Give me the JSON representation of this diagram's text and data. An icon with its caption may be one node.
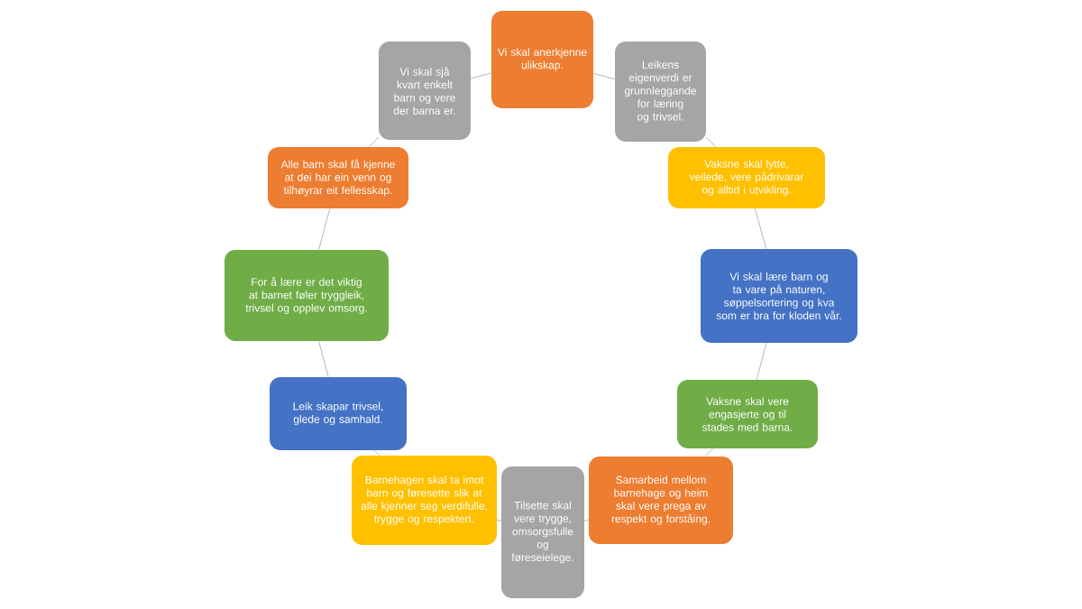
{
  "diagram": {
    "nodes": [
      {
        "text": [
          "Vi skal anerkjenne ulikskap."
        ]
      },
      {
        "text": [
          "Leikens eigenverdi er grunnleggande for læring og trivsel."
        ]
      },
      {
        "text": [
          "Vaksne skal lytte, veilede, vere pådrivarar og alltid i utvikling."
        ]
      },
      {
        "text": [
          "Vi skal lære barn og ta vare på naturen, søppelsortering og kva som er bra for kloden vår."
        ]
      },
      {
        "text": [
          "Vaksne skal vere engasjerte og til stades med barna."
        ]
      },
      {
        "text": [
          "Samarbeid mellom barnehage og heim skal vere prega av respekt og forståing."
        ]
      },
      {
        "text": [
          "Tilsette skal vere trygge, omsorgsfulle og føreseielege."
        ]
      },
      {
        "text": [
          "Barnehagen skal ta imot barn og føresette slik at alle kjenner seg verdifulle, trygge og respektert."
        ]
      },
      {
        "text": [
          "Leik skapar trivsel, glede og samhald."
        ]
      },
      {
        "text": [
          "For å lære er det viktig at barnet føler tryggleik, trivsel og opplev omsorg."
        ]
      },
      {
        "text": [
          "Alle barn skal få kjenne at dei har ein venn og tilhøyrar eit fellesskap."
        ]
      },
      {
        "text": [
          "Vi skal sjå kvart enkelt barn og vere der barna er."
        ]
      }
    ],
    "edges": [
      {
        "from": 0,
        "to": 1,
        "arrow": "none"
      },
      {
        "from": 1,
        "to": 2,
        "arrow": "none"
      },
      {
        "from": 2,
        "to": 3,
        "arrow": "none"
      },
      {
        "from": 3,
        "to": 4,
        "arrow": "none"
      },
      {
        "from": 4,
        "to": 5,
        "arrow": "none"
      },
      {
        "from": 5,
        "to": 6,
        "arrow": "none"
      },
      {
        "from": 6,
        "to": 7,
        "arrow": "none"
      },
      {
        "from": 7,
        "to": 8,
        "arrow": "none"
      },
      {
        "from": 8,
        "to": 9,
        "arrow": "none"
      },
      {
        "from": 9,
        "to": 10,
        "arrow": "none"
      },
      {
        "from": 10,
        "to": 11,
        "arrow": "none"
      },
      {
        "from": 11,
        "to": 0,
        "arrow": "none"
      }
    ]
  }
}
